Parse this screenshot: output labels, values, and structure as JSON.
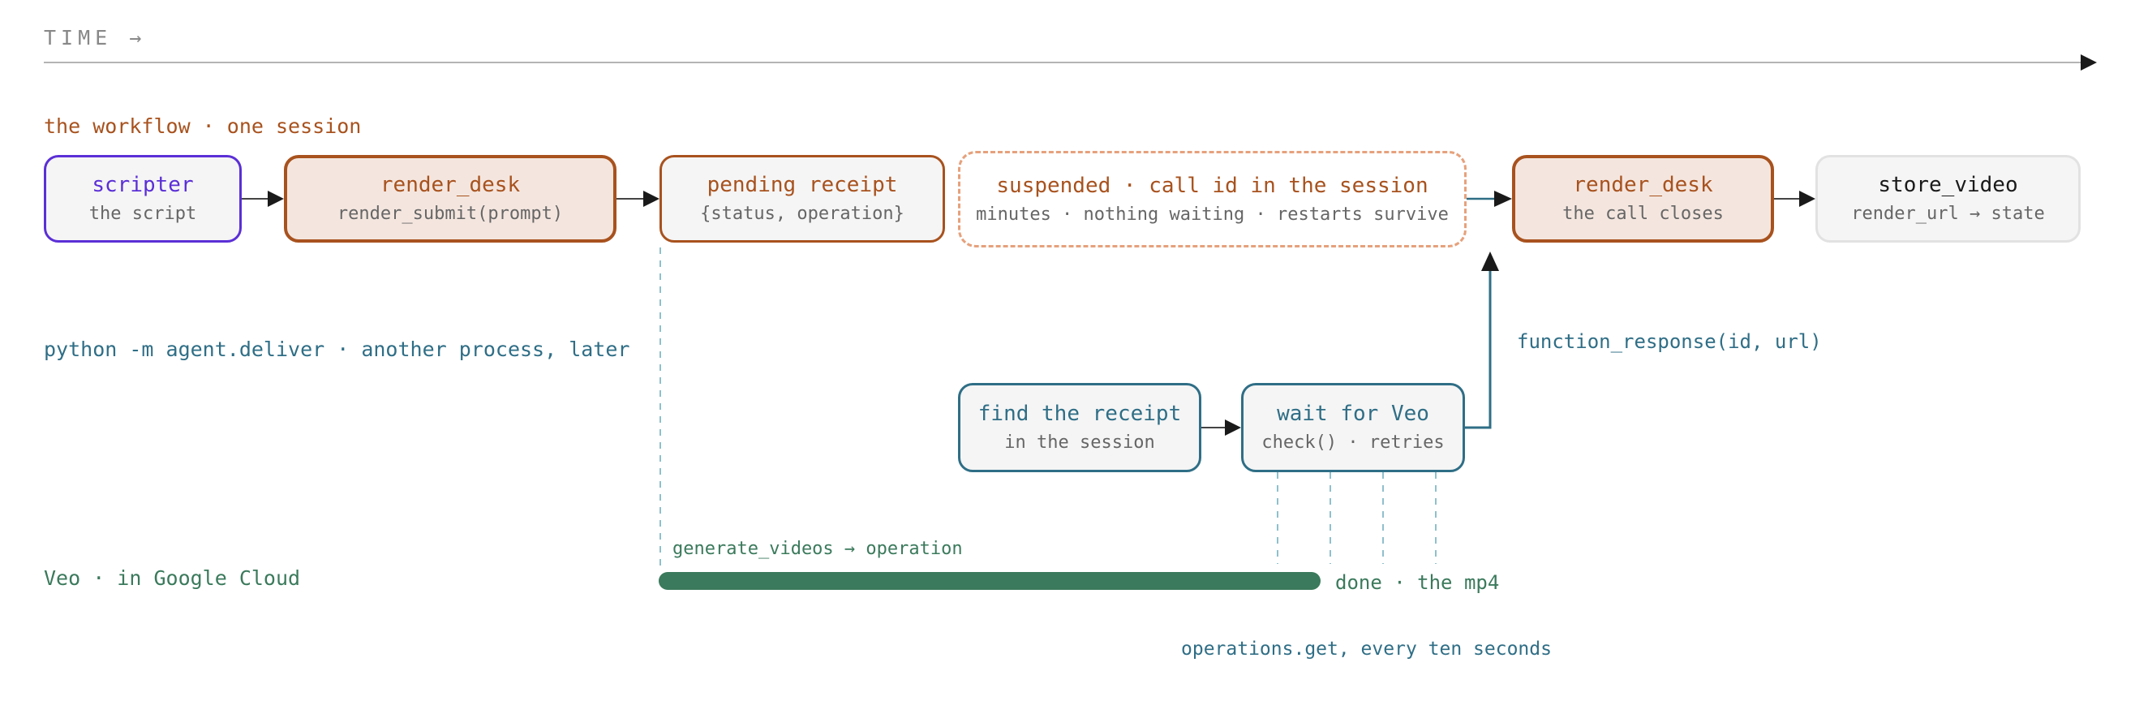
{
  "time_axis": {
    "label": "TIME →"
  },
  "lanes": {
    "workflow": "the workflow · one session",
    "deliver": "python -m agent.deliver · another process, later",
    "veo": "Veo · in Google Cloud"
  },
  "boxes": {
    "scripter": {
      "title": "scripter",
      "sub": "the script"
    },
    "render_desk_1": {
      "title": "render_desk",
      "sub": "render_submit(prompt)"
    },
    "pending_receipt": {
      "title": "pending receipt",
      "sub": "{status, operation}"
    },
    "suspended": {
      "title": "suspended · call id in the session",
      "sub": "minutes · nothing waiting · restarts survive"
    },
    "render_desk_2": {
      "title": "render_desk",
      "sub": "the call closes"
    },
    "store_video": {
      "title": "store_video",
      "sub": "render_url → state"
    },
    "find_receipt": {
      "title": "find the receipt",
      "sub": "in the session"
    },
    "wait_veo": {
      "title": "wait for Veo",
      "sub": "check() · retries"
    }
  },
  "annotations": {
    "function_response": "function_response(id, url)",
    "generate_videos": "generate_videos → operation",
    "done": "done · the mp4",
    "operations_get": "operations.get, every ten seconds"
  },
  "colors": {
    "rust": "#a8521e",
    "rust_fill": "#f4e6df",
    "dashed_rust": "#e6a17c",
    "teal": "#2f6e86",
    "teal_dash": "#8fc0cc",
    "green": "#3b7a5c",
    "purple": "#5b2fd6",
    "axis_gray": "#b4b4b4",
    "box_fill": "#f5f5f5"
  }
}
